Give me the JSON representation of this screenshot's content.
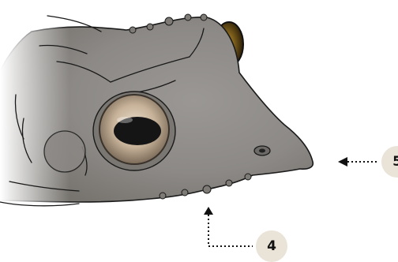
{
  "figure": {
    "subject": "frog-head-illustration",
    "colors": {
      "skin": "#8f8c89",
      "skin_dark": "#6f6c69",
      "skin_light": "#a9a6a2",
      "outline": "#1a1a1a",
      "iris": "#c9b49c",
      "pupil": "#151515",
      "badge_fill": "#e9e3d8"
    }
  },
  "callouts": [
    {
      "id": "4",
      "label": "4"
    },
    {
      "id": "5",
      "label": "5"
    }
  ]
}
